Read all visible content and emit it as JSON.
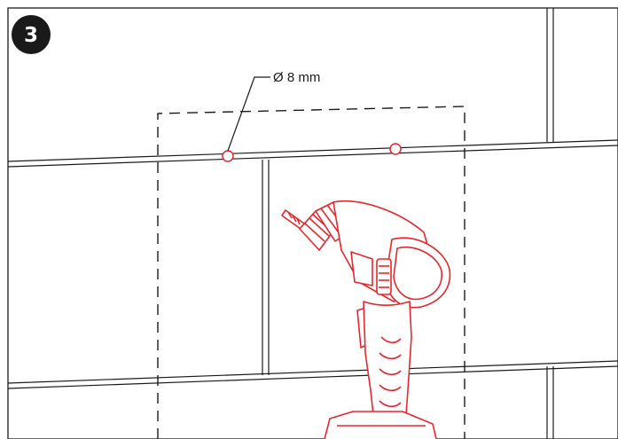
{
  "step": {
    "number": "3"
  },
  "annotation": {
    "diameter_label": "Ø 8 mm"
  },
  "colors": {
    "line": "#1a1a1a",
    "accent": "#e8262c",
    "badge_fill": "#1a1a1a",
    "badge_text": "#ffffff"
  },
  "icons": {
    "tool": "drill-icon",
    "hole": "drill-hole-marker"
  }
}
